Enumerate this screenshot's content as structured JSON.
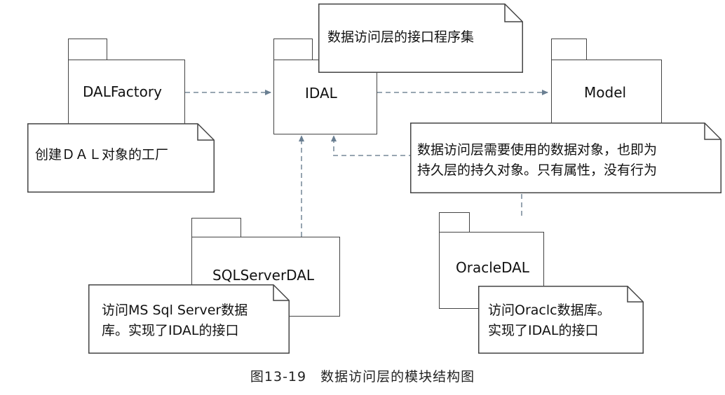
{
  "packages": {
    "dalfactory": "DALFactory",
    "idal": "IDAL",
    "model": "Model",
    "sqlserverdal": "SQLServerDAL",
    "oracledal": "OracleDAL"
  },
  "notes": {
    "idal_note": "数据访问层的接口程序集",
    "dalfactory_note": "创建ＤＡＬ对象的工厂",
    "model_note_line1": "数据访问层需要使用的数据对象，也即为",
    "model_note_line2": "持久层的持久对象。只有属性，没有行为",
    "sqlserver_note_line1": "访问MS Sql Server数据",
    "sqlserver_note_line2": "库。实现了IDAL的接口",
    "oracle_note_line1": "访问Oraclc数据库。",
    "oracle_note_line2": "实现了IDAL的接口"
  },
  "caption": "图13-19　数据访问层的模块结构图",
  "colors": {
    "line": "#444444",
    "dashed_link": "#8a9aa8",
    "arrow_head": "#6a7f92"
  }
}
